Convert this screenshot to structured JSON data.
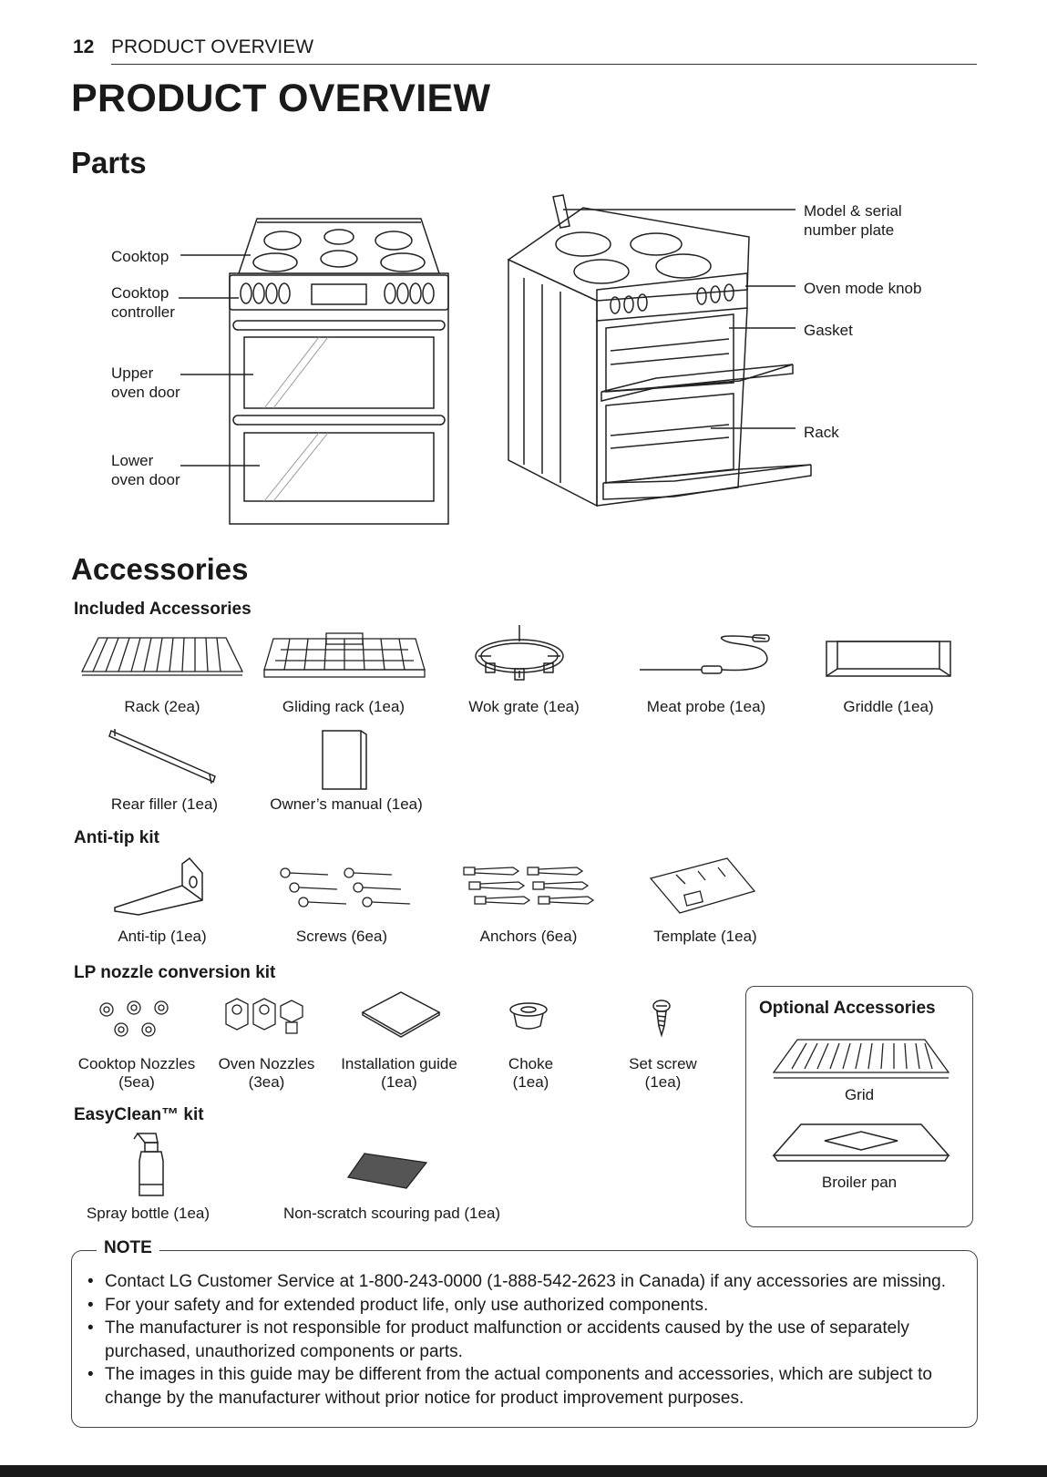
{
  "header": {
    "page_number": "12",
    "section": "PRODUCT OVERVIEW"
  },
  "title": "PRODUCT OVERVIEW",
  "parts": {
    "heading": "Parts",
    "front_labels": {
      "cooktop": "Cooktop",
      "cooktop_controller_1": "Cooktop",
      "cooktop_controller_2": "controller",
      "upper_door_1": "Upper",
      "upper_door_2": "oven door",
      "lower_door_1": "Lower",
      "lower_door_2": "oven door"
    },
    "side_labels": {
      "model_plate_1": "Model & serial",
      "model_plate_2": "number plate",
      "oven_mode_knob": "Oven mode knob",
      "gasket": "Gasket",
      "rack": "Rack"
    }
  },
  "accessories": {
    "heading": "Accessories",
    "included_heading": "Included Accessories",
    "included": [
      {
        "label": "Rack (2ea)",
        "icon": "rack-icon"
      },
      {
        "label": "Gliding rack (1ea)",
        "icon": "gliding-rack-icon"
      },
      {
        "label": "Wok grate (1ea)",
        "icon": "wok-grate-icon"
      },
      {
        "label": "Meat probe (1ea)",
        "icon": "meat-probe-icon"
      },
      {
        "label": "Griddle (1ea)",
        "icon": "griddle-icon"
      },
      {
        "label": "Rear filler (1ea)",
        "icon": "rear-filler-icon"
      },
      {
        "label": "Owner’s manual (1ea)",
        "icon": "manual-icon"
      }
    ],
    "anti_tip_heading": "Anti-tip kit",
    "anti_tip": [
      {
        "label": "Anti-tip (1ea)",
        "icon": "anti-tip-bracket-icon"
      },
      {
        "label": "Screws (6ea)",
        "icon": "screws-icon"
      },
      {
        "label": "Anchors (6ea)",
        "icon": "anchors-icon"
      },
      {
        "label": "Template (1ea)",
        "icon": "template-icon"
      }
    ],
    "lp_heading": "LP nozzle conversion kit",
    "lp": [
      {
        "label1": "Cooktop Nozzles",
        "label2": "(5ea)",
        "icon": "cooktop-nozzles-icon"
      },
      {
        "label1": "Oven Nozzles",
        "label2": "(3ea)",
        "icon": "oven-nozzles-icon"
      },
      {
        "label1": "Installation guide",
        "label2": "(1ea)",
        "icon": "installation-guide-icon"
      },
      {
        "label1": "Choke",
        "label2": "(1ea)",
        "icon": "choke-icon"
      },
      {
        "label1": "Set screw",
        "label2": "(1ea)",
        "icon": "set-screw-icon"
      }
    ],
    "easyclean_heading": "EasyClean™ kit",
    "easyclean": [
      {
        "label": "Spray bottle (1ea)",
        "icon": "spray-bottle-icon"
      },
      {
        "label": "Non-scratch scouring pad (1ea)",
        "icon": "scouring-pad-icon"
      }
    ],
    "optional_heading": "Optional Accessories",
    "optional": [
      {
        "label": "Grid",
        "icon": "grid-icon"
      },
      {
        "label": "Broiler pan",
        "icon": "broiler-pan-icon"
      }
    ]
  },
  "note": {
    "title": "NOTE",
    "items": [
      "Contact LG Customer Service at 1-800-243-0000 (1-888-542-2623 in Canada) if any accessories are missing.",
      "For your safety and for extended product life, only use authorized components.",
      "The manufacturer is not responsible for product malfunction or accidents caused by the use of separately purchased, unauthorized components or parts.",
      "The images in this guide may be different from the actual components and accessories, which are subject to change by the manufacturer without prior notice for product improvement purposes."
    ]
  }
}
